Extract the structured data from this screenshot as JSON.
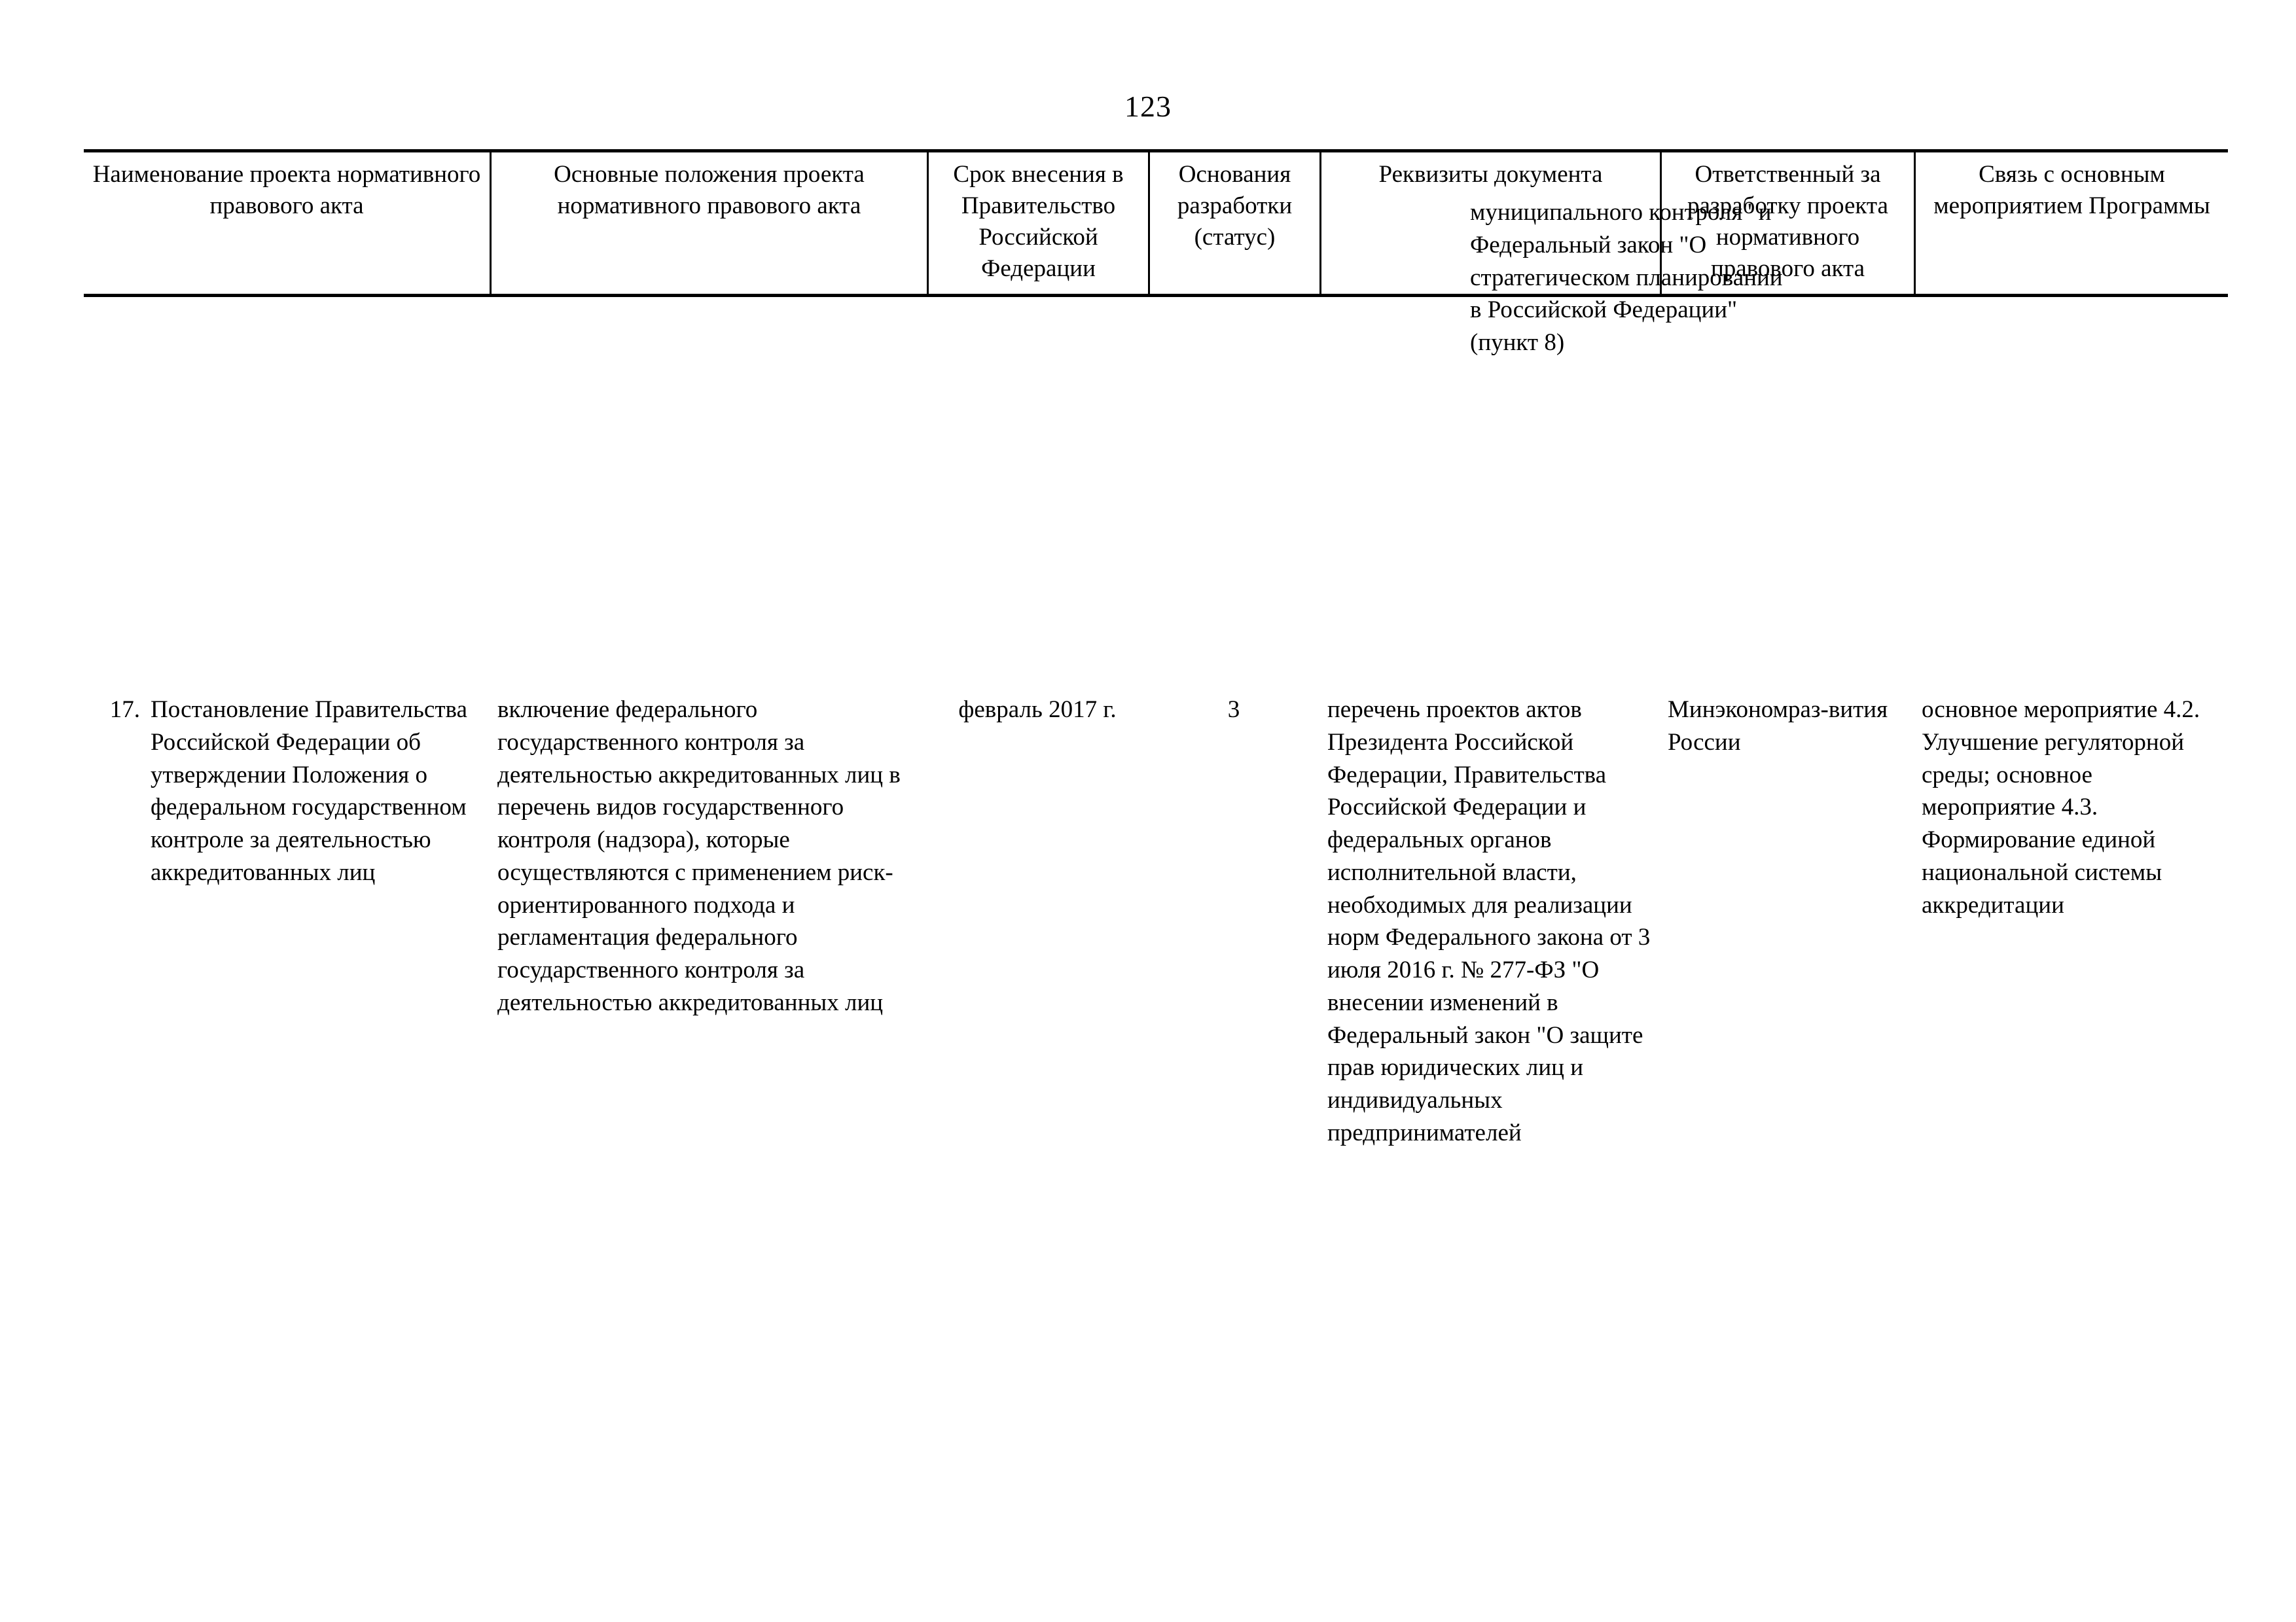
{
  "page": {
    "number": "123"
  },
  "table": {
    "headers": [
      "Наименование проекта нормативного правового акта",
      "Основные положения проекта нормативного правового акта",
      "Срок внесения в Правительство Российской Федерации",
      "Основания разработки (статус)",
      "Реквизиты документа",
      "Ответственный за разработку проекта нормативного правового акта",
      "Связь с основным мероприятием Программы"
    ],
    "continued_cell": {
      "column": "Реквизиты документа",
      "text": "муниципального контроля\" и Федеральный закон \"О стратегическом планировании в Российской Федерации\" (пункт 8)"
    },
    "rows": [
      {
        "number": "17.",
        "name": "Постановление Правительства Российской Федерации об утверждении Положения о федеральном государственном контроле за деятельностью аккредитованных лиц",
        "provisions": "включение федерального государственного контроля за деятельностью аккредитованных лиц в перечень видов государственного контроля (надзора), которые осуществляются с применением риск-ориентированного подхода и регламентация федерального государственного контроля за деятельностью аккредитованных лиц",
        "deadline": "февраль 2017 г.",
        "basis_status": "3",
        "document_details": "перечень проектов актов Президента Российской Федерации, Правительства Российской Федерации и федеральных органов исполнительной власти, необходимых для реализации норм Федерального закона от 3 июля 2016 г. № 277-ФЗ \"О внесении изменений в Федеральный закон \"О защите прав юридических лиц и индивидуальных предпринимателей",
        "responsible": "Минэкономраз-вития России",
        "program_link": "основное мероприятие 4.2. Улучшение регуляторной среды; основное мероприятие 4.3. Формирование единой национальной системы аккредитации"
      }
    ]
  }
}
